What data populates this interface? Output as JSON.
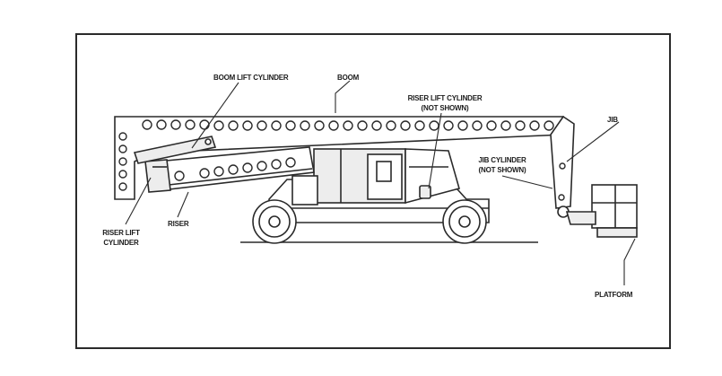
{
  "labels": {
    "boom_lift_cylinder": "BOOM LIFT CYLINDER",
    "boom": "BOOM",
    "riser_lift_cylinder_not_shown_1": "RISER LIFT CYLINDER",
    "riser_lift_cylinder_not_shown_2": "(NOT SHOWN)",
    "jib": "JIB",
    "jib_cylinder_1": "JIB CYLINDER",
    "jib_cylinder_2": "(NOT SHOWN)",
    "riser_lift_cylinder_1": "RISER LIFT",
    "riser_lift_cylinder_2": "CYLINDER",
    "riser": "RISER",
    "platform": "PLATFORM"
  }
}
